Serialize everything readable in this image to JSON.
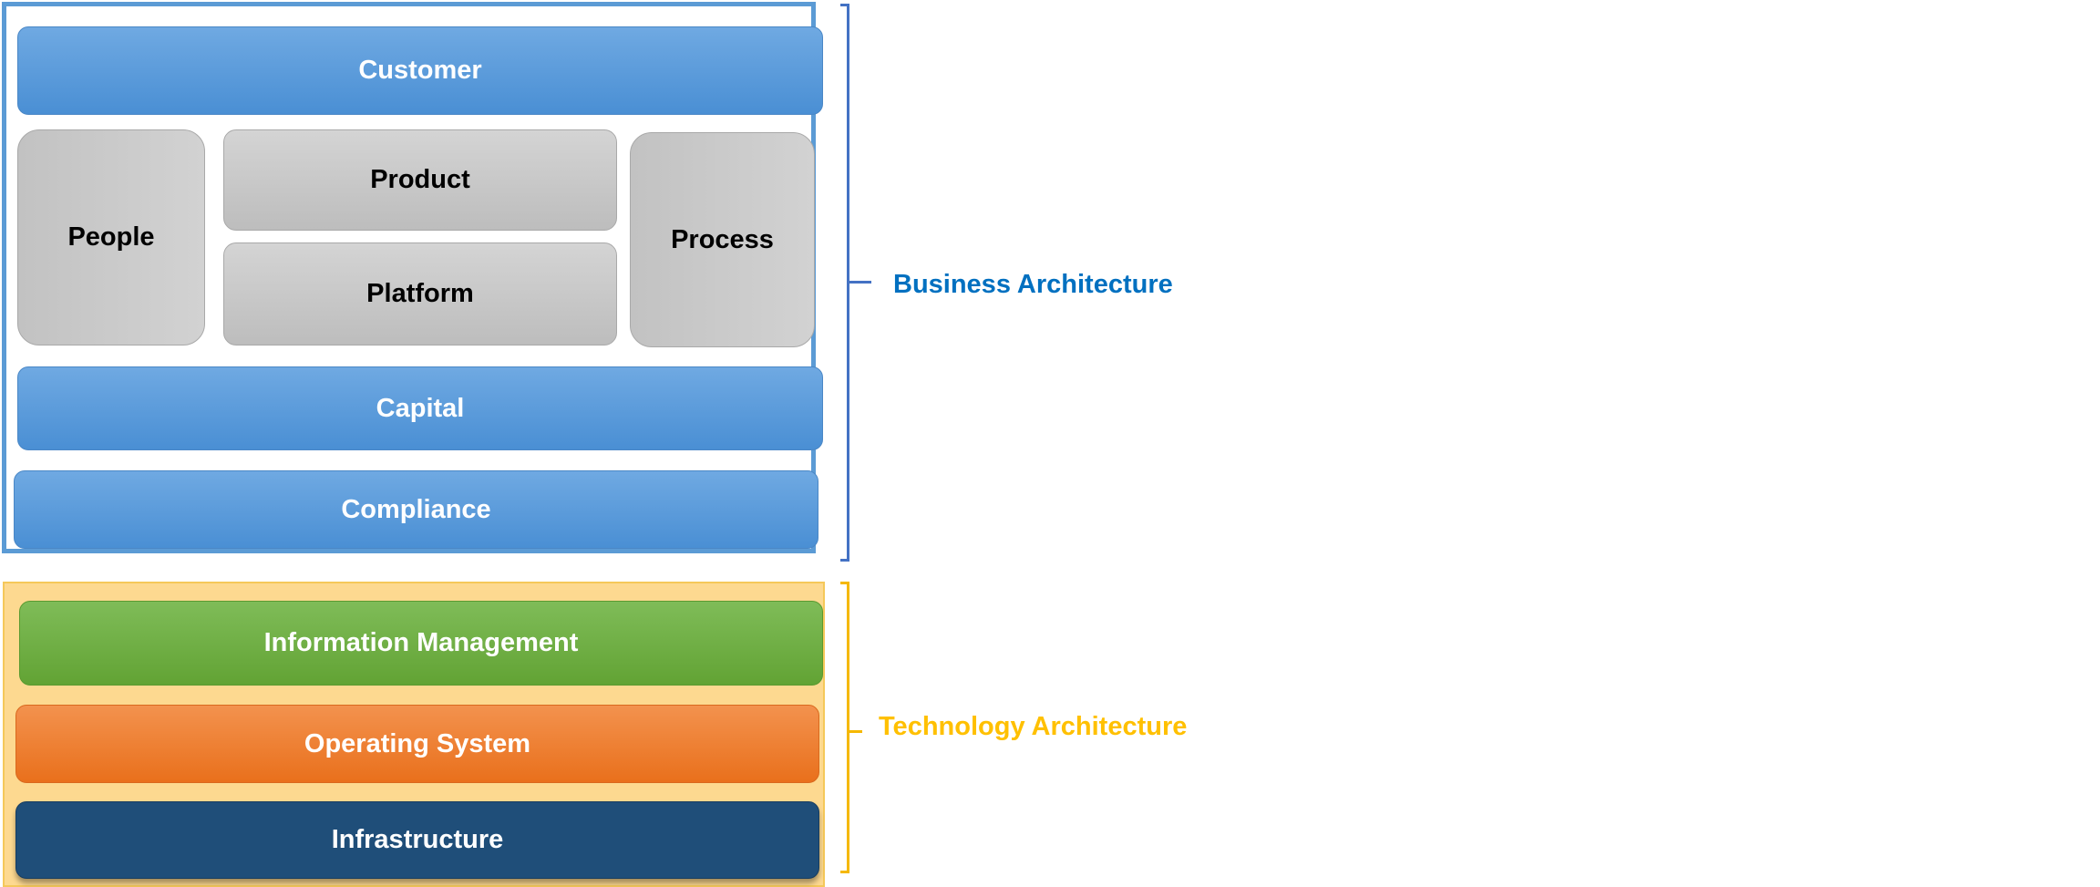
{
  "business_layer": {
    "label": "Business Architecture",
    "label_color": "#0070c0",
    "customer": "Customer",
    "people": "People",
    "product": "Product",
    "platform": "Platform",
    "process": "Process",
    "capital": "Capital",
    "compliance": "Compliance"
  },
  "technology_layer": {
    "label": "Technology Architecture",
    "label_color": "#ffc000",
    "information_management": "Information Management",
    "operating_system": "Operating System",
    "infrastructure": "Infrastructure"
  }
}
